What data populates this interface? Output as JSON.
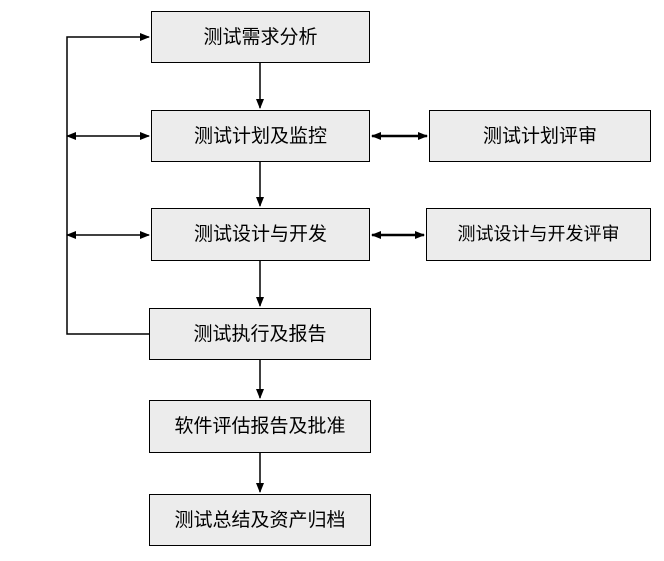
{
  "nodes": {
    "requirements_analysis": "测试需求分析",
    "test_planning": "测试计划及监控",
    "plan_review": "测试计划评审",
    "design_development": "测试设计与开发",
    "design_review": "测试设计与开发评审",
    "execution_report": "测试执行及报告",
    "evaluation_approval": "软件评估报告及批准",
    "summary_archive": "测试总结及资产归档"
  },
  "colors": {
    "box_fill": "#ececec",
    "stroke": "#000000",
    "background": "#ffffff"
  }
}
